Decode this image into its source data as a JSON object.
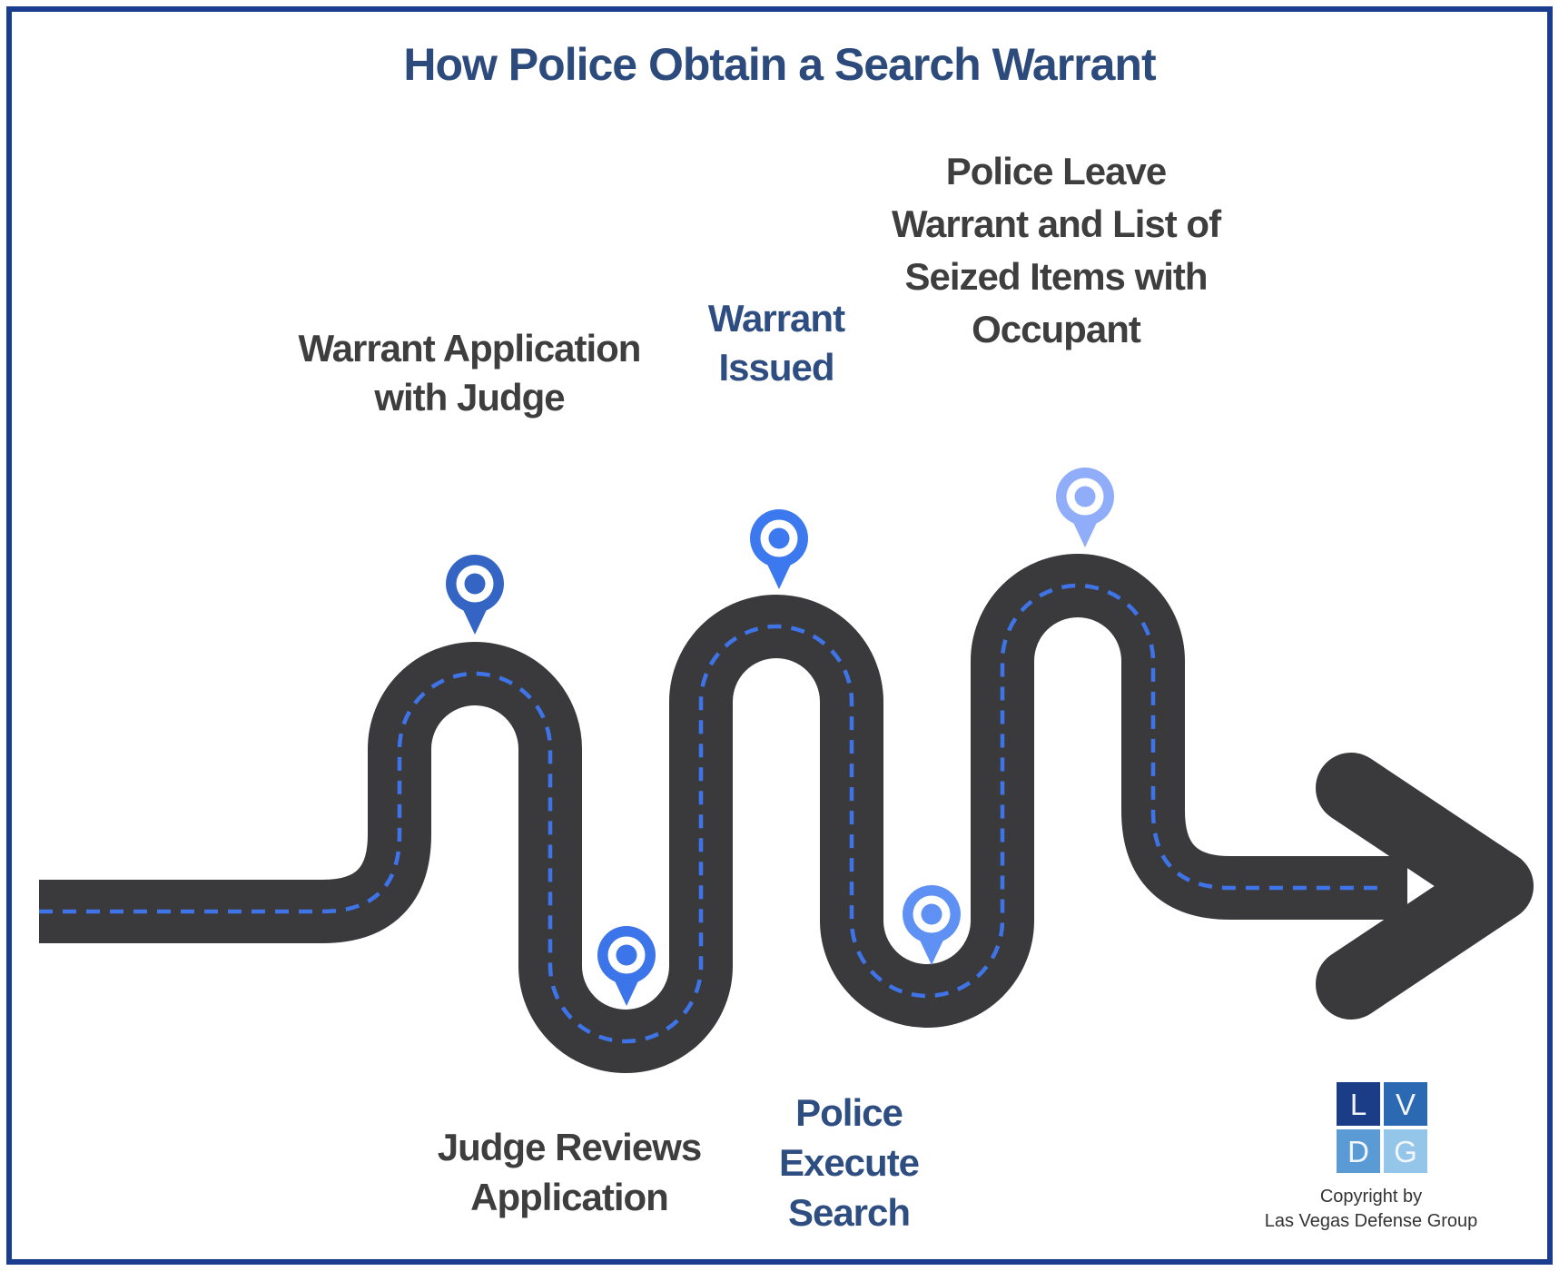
{
  "title": "How Police Obtain a Search Warrant",
  "steps": [
    {
      "lines": [
        "Warrant Application",
        "with Judge"
      ],
      "pin_color": "#3565C4"
    },
    {
      "lines": [
        "Judge Reviews",
        "Application"
      ],
      "pin_color": "#3C74E9"
    },
    {
      "lines": [
        "Warrant",
        "Issued"
      ],
      "pin_color": "#3C79EE"
    },
    {
      "lines": [
        "Police",
        "Execute",
        "Search"
      ],
      "pin_color": "#5F90F4"
    },
    {
      "lines": [
        "Police Leave",
        "Warrant and List of",
        "Seized Items with",
        "Occupant"
      ],
      "pin_color": "#8FADF9"
    }
  ],
  "colors": {
    "road": "#3A3A3C",
    "dash": "#3F74E9",
    "title": "#2C4B7C",
    "navy_label": "#2E4E82",
    "gray_label": "#3E3E3E",
    "border": "#1B3D8F",
    "copyright": "#333333",
    "pin_ring": "#FFFFFF"
  },
  "logo": {
    "letters": [
      "L",
      "V",
      "D",
      "G"
    ],
    "colors": [
      "#1B3C86",
      "#2B6AB2",
      "#5B9BD5",
      "#94C6EA"
    ],
    "copyright_line1": "Copyright by",
    "copyright_line2": "Las Vegas Defense Group"
  }
}
